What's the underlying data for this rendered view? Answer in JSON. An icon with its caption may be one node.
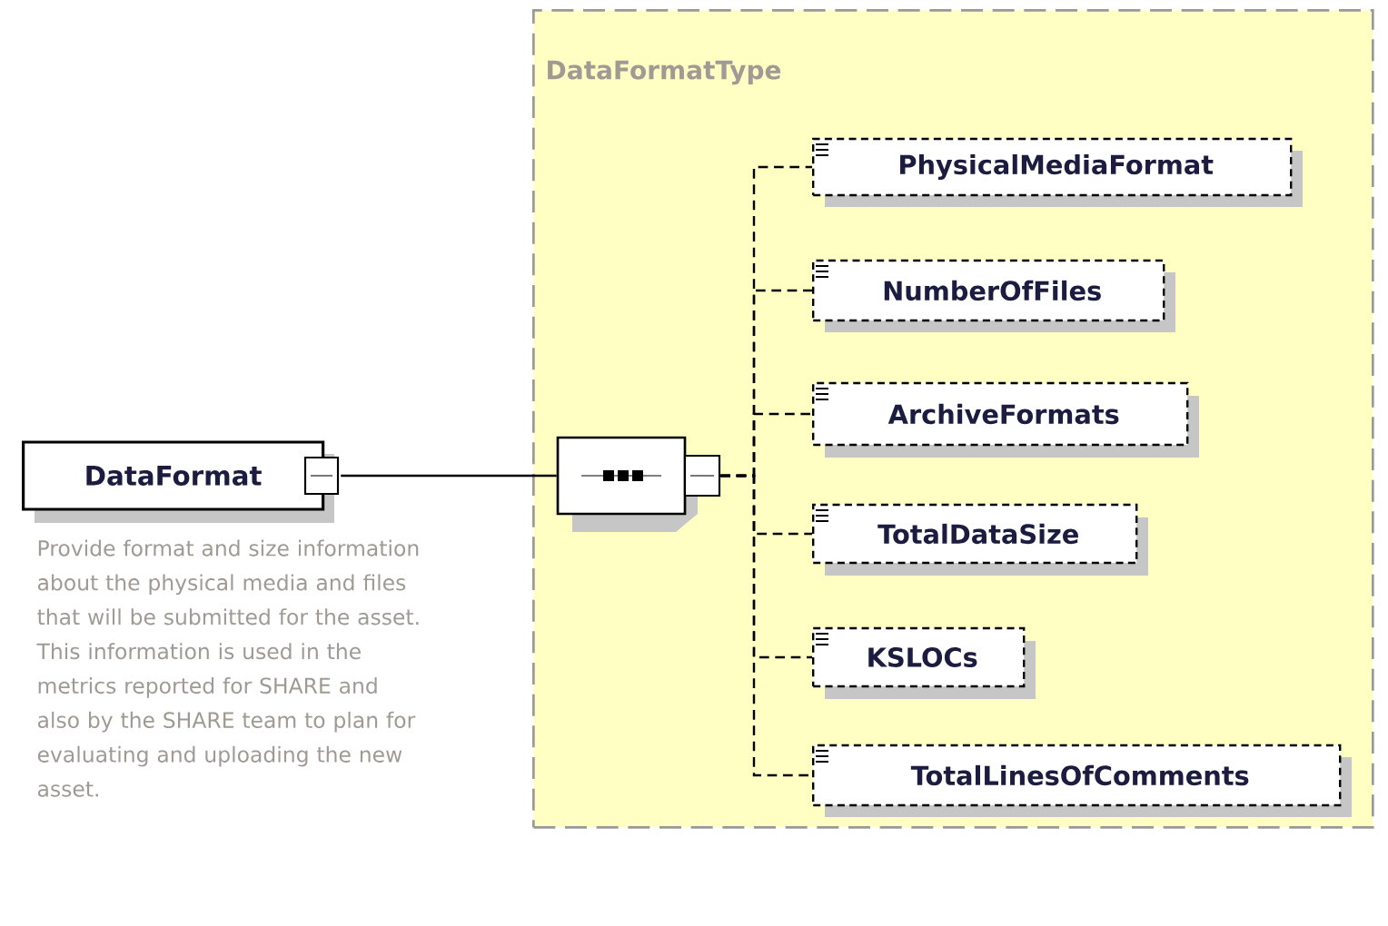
{
  "diagram": {
    "nodes": [
      {
        "text": [
          "DataFormat"
        ],
        "beside": [
          "Provide format and size information about the physical media and files that will be submitted for the asset. This information is used in the metrics reported for SHARE and also by the SHARE team to plan for evaluating and uploading the new asset."
        ]
      },
      {
        "text": [
          "DataFormatType"
        ]
      },
      {
        "text": [],
        "shape": "octagon",
        "in": 1
      },
      {
        "text": [
          "PhysicalMediaFormat"
        ],
        "in": 1
      },
      {
        "text": [
          "NumberOfFiles"
        ],
        "in": 1
      },
      {
        "text": [
          "ArchiveFormats"
        ],
        "in": 1
      },
      {
        "text": [
          "TotalDataSize"
        ],
        "in": 1
      },
      {
        "text": [
          "KSLOCs"
        ],
        "in": 1
      },
      {
        "text": [
          "TotalLinesOfComments"
        ],
        "in": 1
      }
    ],
    "edges": [
      {
        "from": 0,
        "to": 2,
        "arrow": "none"
      },
      {
        "from": 2,
        "to": 3,
        "arrow": "none",
        "style": "dashed"
      },
      {
        "from": 2,
        "to": 4,
        "arrow": "none",
        "style": "dashed"
      },
      {
        "from": 2,
        "to": 5,
        "arrow": "none",
        "style": "dashed"
      },
      {
        "from": 2,
        "to": 6,
        "arrow": "none",
        "style": "dashed"
      },
      {
        "from": 2,
        "to": 7,
        "arrow": "none",
        "style": "dashed"
      },
      {
        "from": 2,
        "to": 8,
        "arrow": "none",
        "style": "dashed"
      }
    ]
  }
}
